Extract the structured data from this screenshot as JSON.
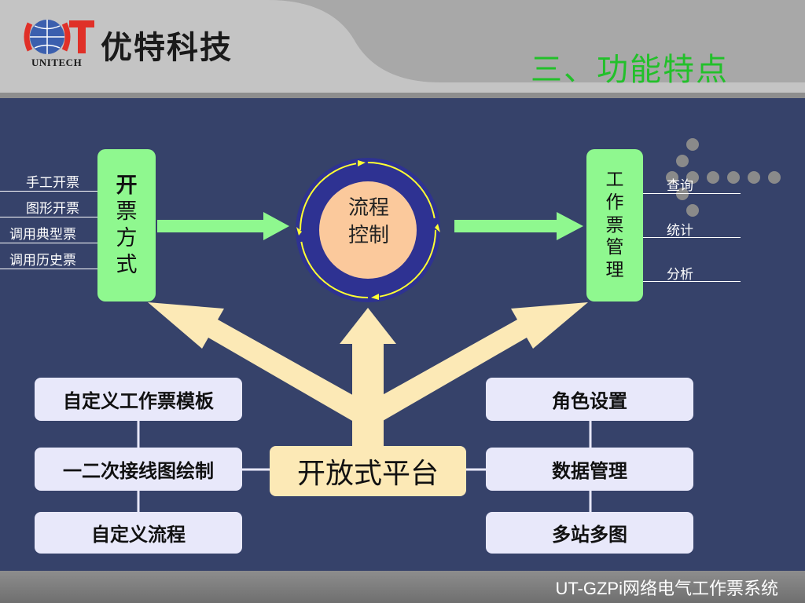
{
  "header": {
    "brand_cn": "优特科技",
    "brand_en": "UNITECH",
    "logo": "OT",
    "title": "三、功能特点"
  },
  "left_box": {
    "chars": [
      "开",
      "票",
      "方",
      "式"
    ]
  },
  "right_box": {
    "chars": [
      "工",
      "作",
      "票",
      "管",
      "理"
    ]
  },
  "left_labels": [
    "手工开票",
    "图形开票",
    "调用典型票",
    "调用历史票"
  ],
  "right_labels": [
    "查询",
    "统计",
    "分析"
  ],
  "center": {
    "line1": "流程",
    "line2": "控制"
  },
  "platform": "开放式平台",
  "left_pills": [
    "自定义工作票模板",
    "一二次接线图绘制",
    "自定义流程"
  ],
  "right_pills": [
    "角色设置",
    "数据管理",
    "多站多图"
  ],
  "footer": "UT-GZPi网络电气工作票系统",
  "colors": {
    "background": "#36426a",
    "green_box": "#8ff88f",
    "title_green": "#22c02a",
    "pill": "#e8e8fa",
    "platform": "#fce9b6",
    "circle_outer": "#2e3292",
    "circle_inner": "#fbc99c",
    "circle_ring": "#ffff33"
  }
}
